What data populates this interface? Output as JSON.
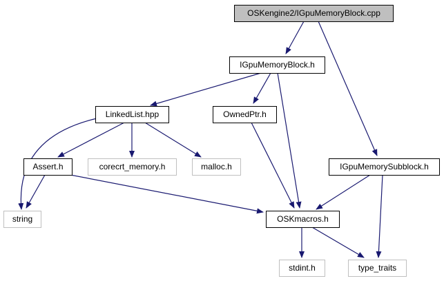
{
  "diagram": {
    "colors": {
      "edge": "#191970",
      "node_border": "#000000",
      "external_border": "#bfbfbf",
      "root_fill": "#bfbfbf",
      "node_fill": "#ffffff",
      "text": "#000000",
      "external_text": "#000000"
    },
    "nodes": [
      {
        "id": "root",
        "label": "OSKengine2/IGpuMemoryBlock.cpp",
        "kind": "root"
      },
      {
        "id": "igpumemoryblock_h",
        "label": "IGpuMemoryBlock.h",
        "kind": "internal"
      },
      {
        "id": "linkedlist_hpp",
        "label": "LinkedList.hpp",
        "kind": "internal"
      },
      {
        "id": "ownedptr_h",
        "label": "OwnedPtr.h",
        "kind": "internal"
      },
      {
        "id": "igpumemorysubblock_h",
        "label": "IGpuMemorySubblock.h",
        "kind": "internal"
      },
      {
        "id": "assert_h",
        "label": "Assert.h",
        "kind": "internal"
      },
      {
        "id": "corecrt_memory_h",
        "label": "corecrt_memory.h",
        "kind": "external"
      },
      {
        "id": "malloc_h",
        "label": "malloc.h",
        "kind": "external"
      },
      {
        "id": "string",
        "label": "string",
        "kind": "external"
      },
      {
        "id": "oskmacros_h",
        "label": "OSKmacros.h",
        "kind": "internal"
      },
      {
        "id": "stdint_h",
        "label": "stdint.h",
        "kind": "external"
      },
      {
        "id": "type_traits",
        "label": "type_traits",
        "kind": "external"
      }
    ],
    "edges": [
      {
        "from": "root",
        "to": "igpumemoryblock_h"
      },
      {
        "from": "root",
        "to": "igpumemorysubblock_h"
      },
      {
        "from": "igpumemoryblock_h",
        "to": "linkedlist_hpp"
      },
      {
        "from": "igpumemoryblock_h",
        "to": "ownedptr_h"
      },
      {
        "from": "igpumemoryblock_h",
        "to": "oskmacros_h"
      },
      {
        "from": "linkedlist_hpp",
        "to": "string"
      },
      {
        "from": "linkedlist_hpp",
        "to": "assert_h"
      },
      {
        "from": "linkedlist_hpp",
        "to": "corecrt_memory_h"
      },
      {
        "from": "linkedlist_hpp",
        "to": "malloc_h"
      },
      {
        "from": "ownedptr_h",
        "to": "oskmacros_h"
      },
      {
        "from": "assert_h",
        "to": "string"
      },
      {
        "from": "assert_h",
        "to": "oskmacros_h"
      },
      {
        "from": "igpumemorysubblock_h",
        "to": "oskmacros_h"
      },
      {
        "from": "igpumemorysubblock_h",
        "to": "type_traits"
      },
      {
        "from": "oskmacros_h",
        "to": "stdint_h"
      },
      {
        "from": "oskmacros_h",
        "to": "type_traits"
      }
    ]
  }
}
